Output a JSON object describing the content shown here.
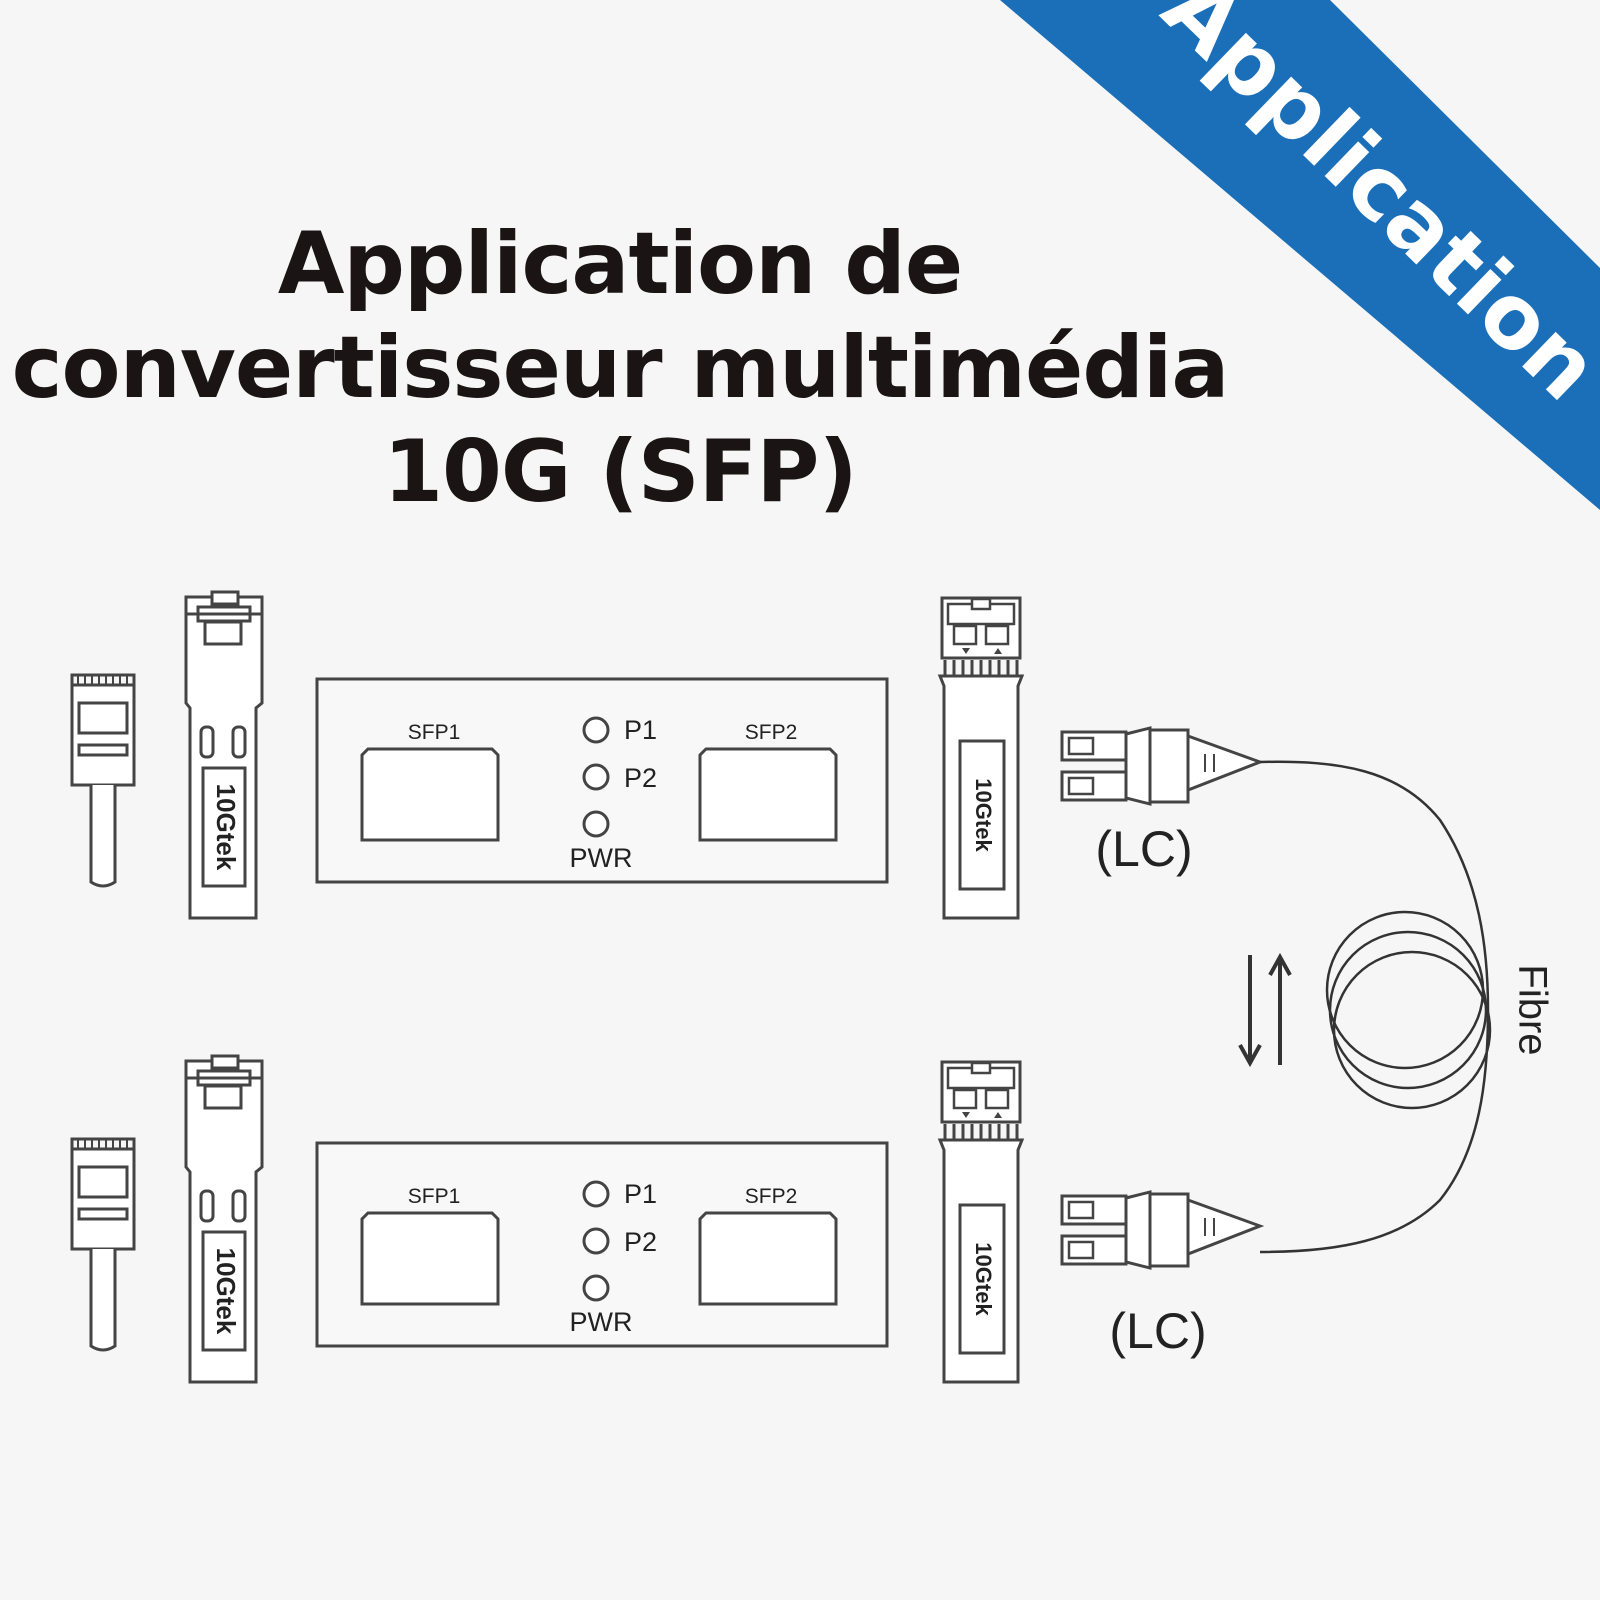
{
  "banner": {
    "text": "Application",
    "color": "#1a6fb8"
  },
  "title": {
    "line1": "Application de",
    "line2": "convertisseur multimédia",
    "line3": "10G (SFP)"
  },
  "converter": {
    "port1": "SFP1",
    "port2": "SFP2",
    "led_p1": "P1",
    "led_p2": "P2",
    "led_pwr": "PWR"
  },
  "module_brand": "10Gtek",
  "connector_label": "(LC)",
  "fiber_label": "Fibre"
}
